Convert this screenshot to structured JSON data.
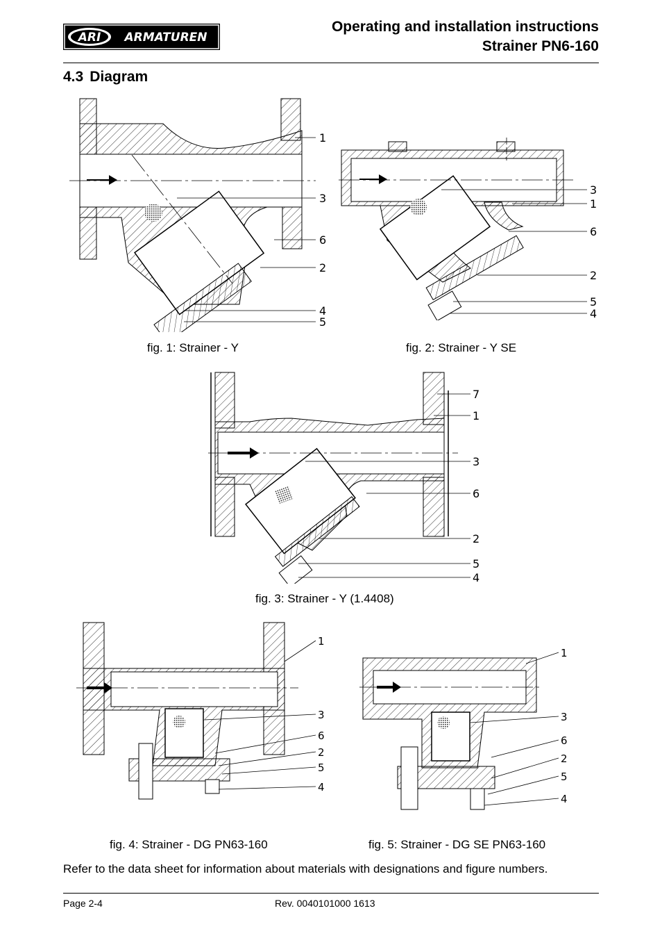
{
  "header": {
    "brand": "ARI ARMATUREN",
    "title_line1": "Operating and installation instructions",
    "title_line2": "Strainer PN6-160"
  },
  "section": {
    "number": "4.3",
    "title": "Diagram"
  },
  "figures": [
    {
      "caption": "fig. 1: Strainer - Y",
      "callouts": [
        "1",
        "3",
        "6",
        "2",
        "4",
        "5"
      ]
    },
    {
      "caption": "fig. 2: Strainer - Y SE",
      "callouts": [
        "3",
        "1",
        "6",
        "2",
        "5",
        "4"
      ]
    },
    {
      "caption": "fig. 3: Strainer - Y (1.4408)",
      "callouts": [
        "7",
        "1",
        "3",
        "6",
        "2",
        "5",
        "4"
      ]
    },
    {
      "caption": "fig. 4: Strainer - DG PN63-160",
      "callouts": [
        "1",
        "3",
        "6",
        "2",
        "5",
        "4"
      ]
    },
    {
      "caption": "fig. 5: Strainer - DG SE PN63-160",
      "callouts": [
        "1",
        "3",
        "6",
        "2",
        "5",
        "4"
      ]
    }
  ],
  "note": "Refer to the data sheet for information about materials with designations and figure numbers.",
  "footer": {
    "page": "Page 2-4",
    "revision": "Rev. 0040101000 1613"
  }
}
